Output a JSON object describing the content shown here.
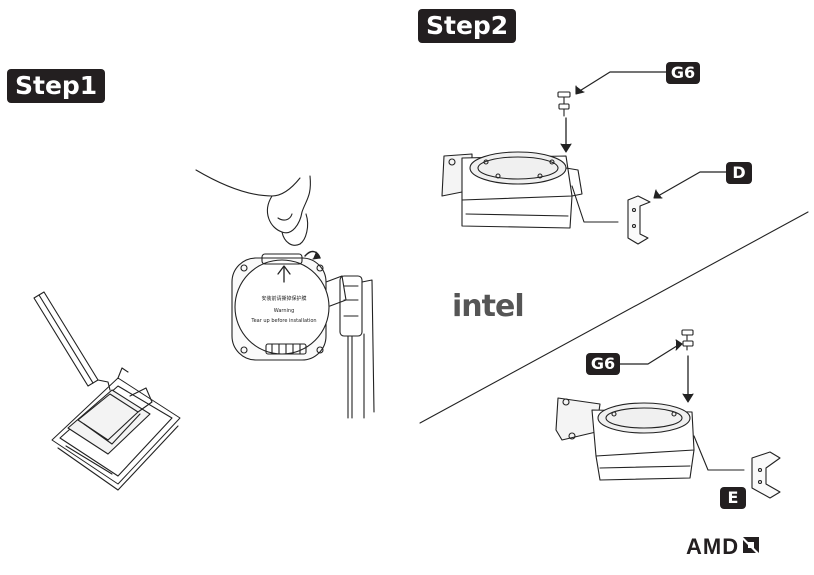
{
  "steps": {
    "step1": "Step1",
    "step2": "Step2"
  },
  "labels": {
    "g6_top": "G6",
    "d": "D",
    "g6_bottom": "G6",
    "e": "E"
  },
  "brands": {
    "intel": "intel",
    "amd": "AMD"
  },
  "cover_sticker": {
    "chinese": "安装前请撕掉保护膜",
    "warning": "Warning",
    "instruction": "Tear up before installation"
  },
  "colors": {
    "badge": "#231f20",
    "line": "#222222"
  }
}
